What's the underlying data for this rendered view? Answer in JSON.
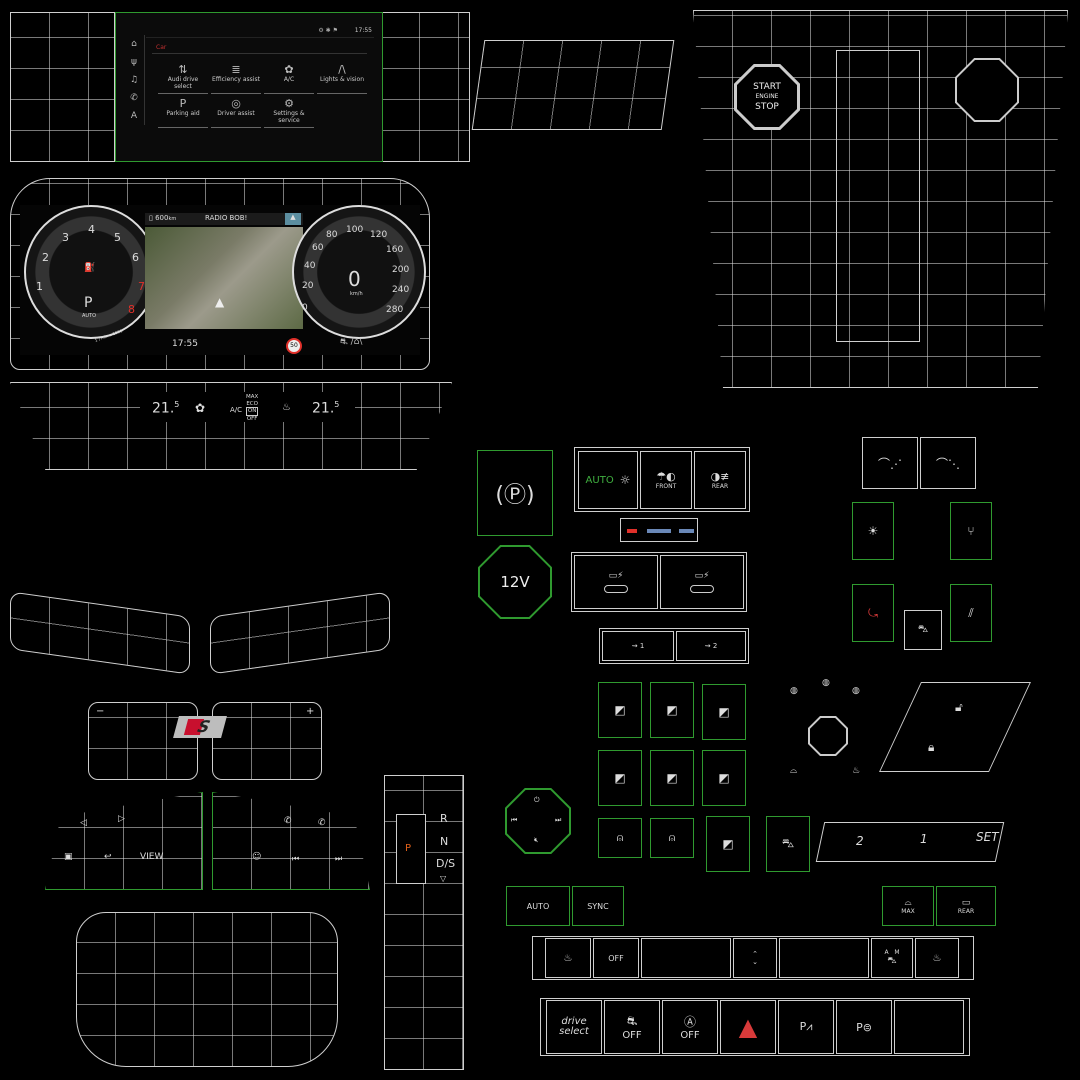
{
  "infotainment": {
    "status_time": "17:55",
    "section_title": "Car",
    "sidebar_icons": [
      "home-icon",
      "radio-icon",
      "music-icon",
      "phone-icon",
      "navigation-icon"
    ],
    "tiles": [
      {
        "label": "Audi drive select",
        "icon": "drive-select-icon"
      },
      {
        "label": "Efficiency assist",
        "icon": "efficiency-icon"
      },
      {
        "label": "A/C",
        "icon": "fan-icon"
      },
      {
        "label": "Lights & vision",
        "icon": "lights-icon"
      },
      {
        "label": "Parking aid",
        "icon": "parking-icon"
      },
      {
        "label": "Driver assist",
        "icon": "driver-assist-icon"
      },
      {
        "label": "Settings & service",
        "icon": "settings-icon"
      }
    ]
  },
  "cluster": {
    "range": "600",
    "range_unit": "km",
    "radio": "RADIO BOB!",
    "tach_numbers": [
      "1",
      "2",
      "3",
      "4",
      "5",
      "6",
      "7",
      "8"
    ],
    "tach_unit": "1 / min x 1000",
    "gear": "P",
    "gear_mode": "AUTO",
    "speed_numbers": [
      "0",
      "20",
      "40",
      "60",
      "80",
      "100",
      "120",
      "160",
      "200",
      "240",
      "280"
    ],
    "speed": "0",
    "speed_unit": "km/h",
    "time": "17:55",
    "speed_limit": "50",
    "accent_color": "#e0302a"
  },
  "climate_display": {
    "left_temp": "21",
    "left_temp_decimal": "5",
    "ac_label": "A/C",
    "ac_modes": [
      "MAX",
      "ECO",
      "ON",
      "OFF"
    ],
    "ac_selected": "ON",
    "right_temp": "21",
    "right_temp_decimal": "5"
  },
  "start_button": {
    "line1": "START",
    "line2": "ENGINE",
    "line3": "STOP"
  },
  "lights_panel": {
    "auto": "AUTO",
    "front": "FRONT",
    "rear": "REAR",
    "auto_color": "#3fae3f"
  },
  "socket": {
    "label": "12V"
  },
  "usb": {
    "port1": "1",
    "port2": "2"
  },
  "steering": {
    "minus": "−",
    "plus": "+",
    "view": "VIEW",
    "badge": "S"
  },
  "gear_selector": {
    "r": "R",
    "n": "N",
    "ds": "D/S",
    "p": "P",
    "p_color": "#e0601a"
  },
  "seat_memory": {
    "m2": "2",
    "m1": "1",
    "set": "SET"
  },
  "climate_buttons": {
    "auto": "AUTO",
    "sync": "SYNC",
    "max": "MAX",
    "rear": "REAR",
    "off": "OFF",
    "a": "A",
    "m": "M"
  },
  "bottom_row": {
    "drive1": "drive",
    "drive2": "select",
    "esc_off": "OFF",
    "ss_off": "OFF",
    "hazard_color": "#d83a3a"
  }
}
